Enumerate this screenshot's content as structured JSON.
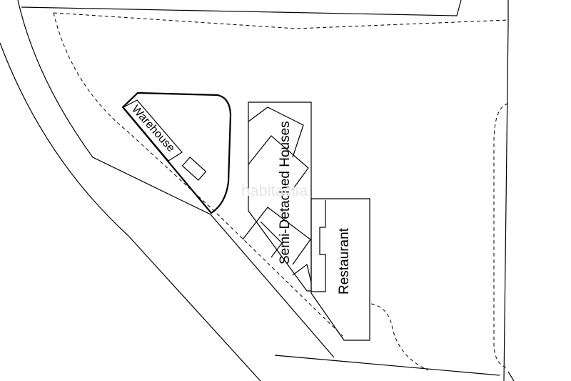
{
  "labels": {
    "warehouse": "Warehouse",
    "semi_detached": "Semi-Detached Houses",
    "restaurant": "Restaurant"
  },
  "watermark": "habitaclia"
}
